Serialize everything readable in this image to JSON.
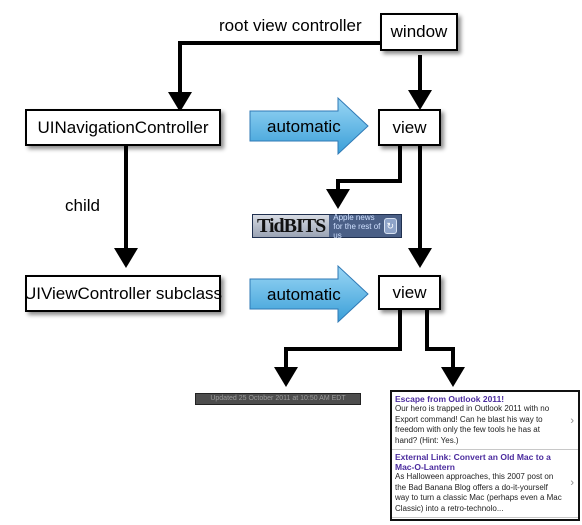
{
  "nodes": {
    "window": "window",
    "nav_controller": "UINavigationController",
    "view_top": "view",
    "vc_subclass": "UIViewController subclass",
    "view_bottom": "view"
  },
  "edge_labels": {
    "root_view_controller": "root view controller",
    "child": "child",
    "automatic_top": "automatic",
    "automatic_bottom": "automatic"
  },
  "tidbits": {
    "logo": "TidBITS",
    "tagline": "Apple news for the rest of us",
    "refresh_icon": "refresh-icon"
  },
  "updated_bar": {
    "text": "Updated 25 October 2011 at 10:50 AM EDT"
  },
  "feed": {
    "items": [
      {
        "title": "Escape from Outlook 2011!",
        "summary": "Our hero is trapped in Outlook 2011 with no Export command! Can he blast his way to freedom with only the few tools he has at hand? (Hint: Yes.)"
      },
      {
        "title": "External Link: Convert an Old Mac to a Mac-O-Lantern",
        "summary": "As Halloween approaches, this 2007 post on the Bad Banana Blog offers a do-it-yourself way to turn a classic Mac (perhaps even a Mac Classic) into a retro-technolo..."
      }
    ]
  },
  "colors": {
    "arrow_fill": "#5bb8ea",
    "line": "#000000",
    "feed_title": "#4b2b9e",
    "tidbits_bar": "#4a5f86"
  }
}
